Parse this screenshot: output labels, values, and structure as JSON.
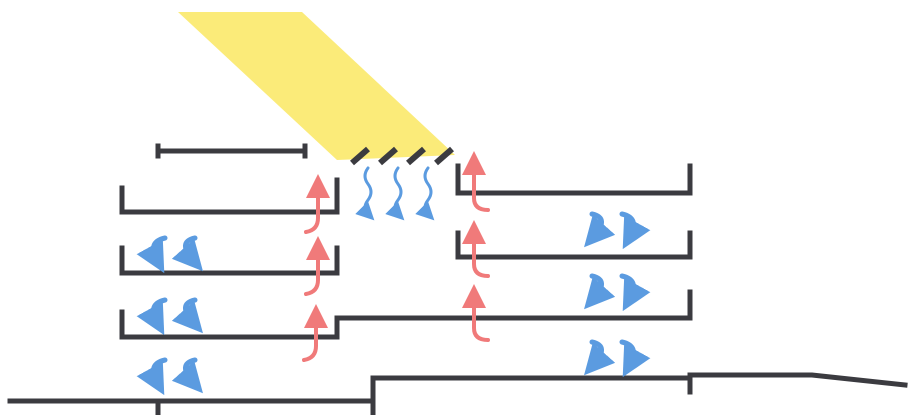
{
  "diagram": {
    "colors": {
      "structure": "#3b3b40",
      "sunlight": "#fbea72",
      "warm_air": "#f07a7a",
      "cool_air": "#5b9be0",
      "background": "#ffffff"
    },
    "elements": {
      "sun_beam": "sunlight",
      "louvers": 4,
      "cool_air_wavy_arrows": 3,
      "warm_air_updraft_arrows": 6,
      "circulation_arrow_pairs": 6
    }
  }
}
